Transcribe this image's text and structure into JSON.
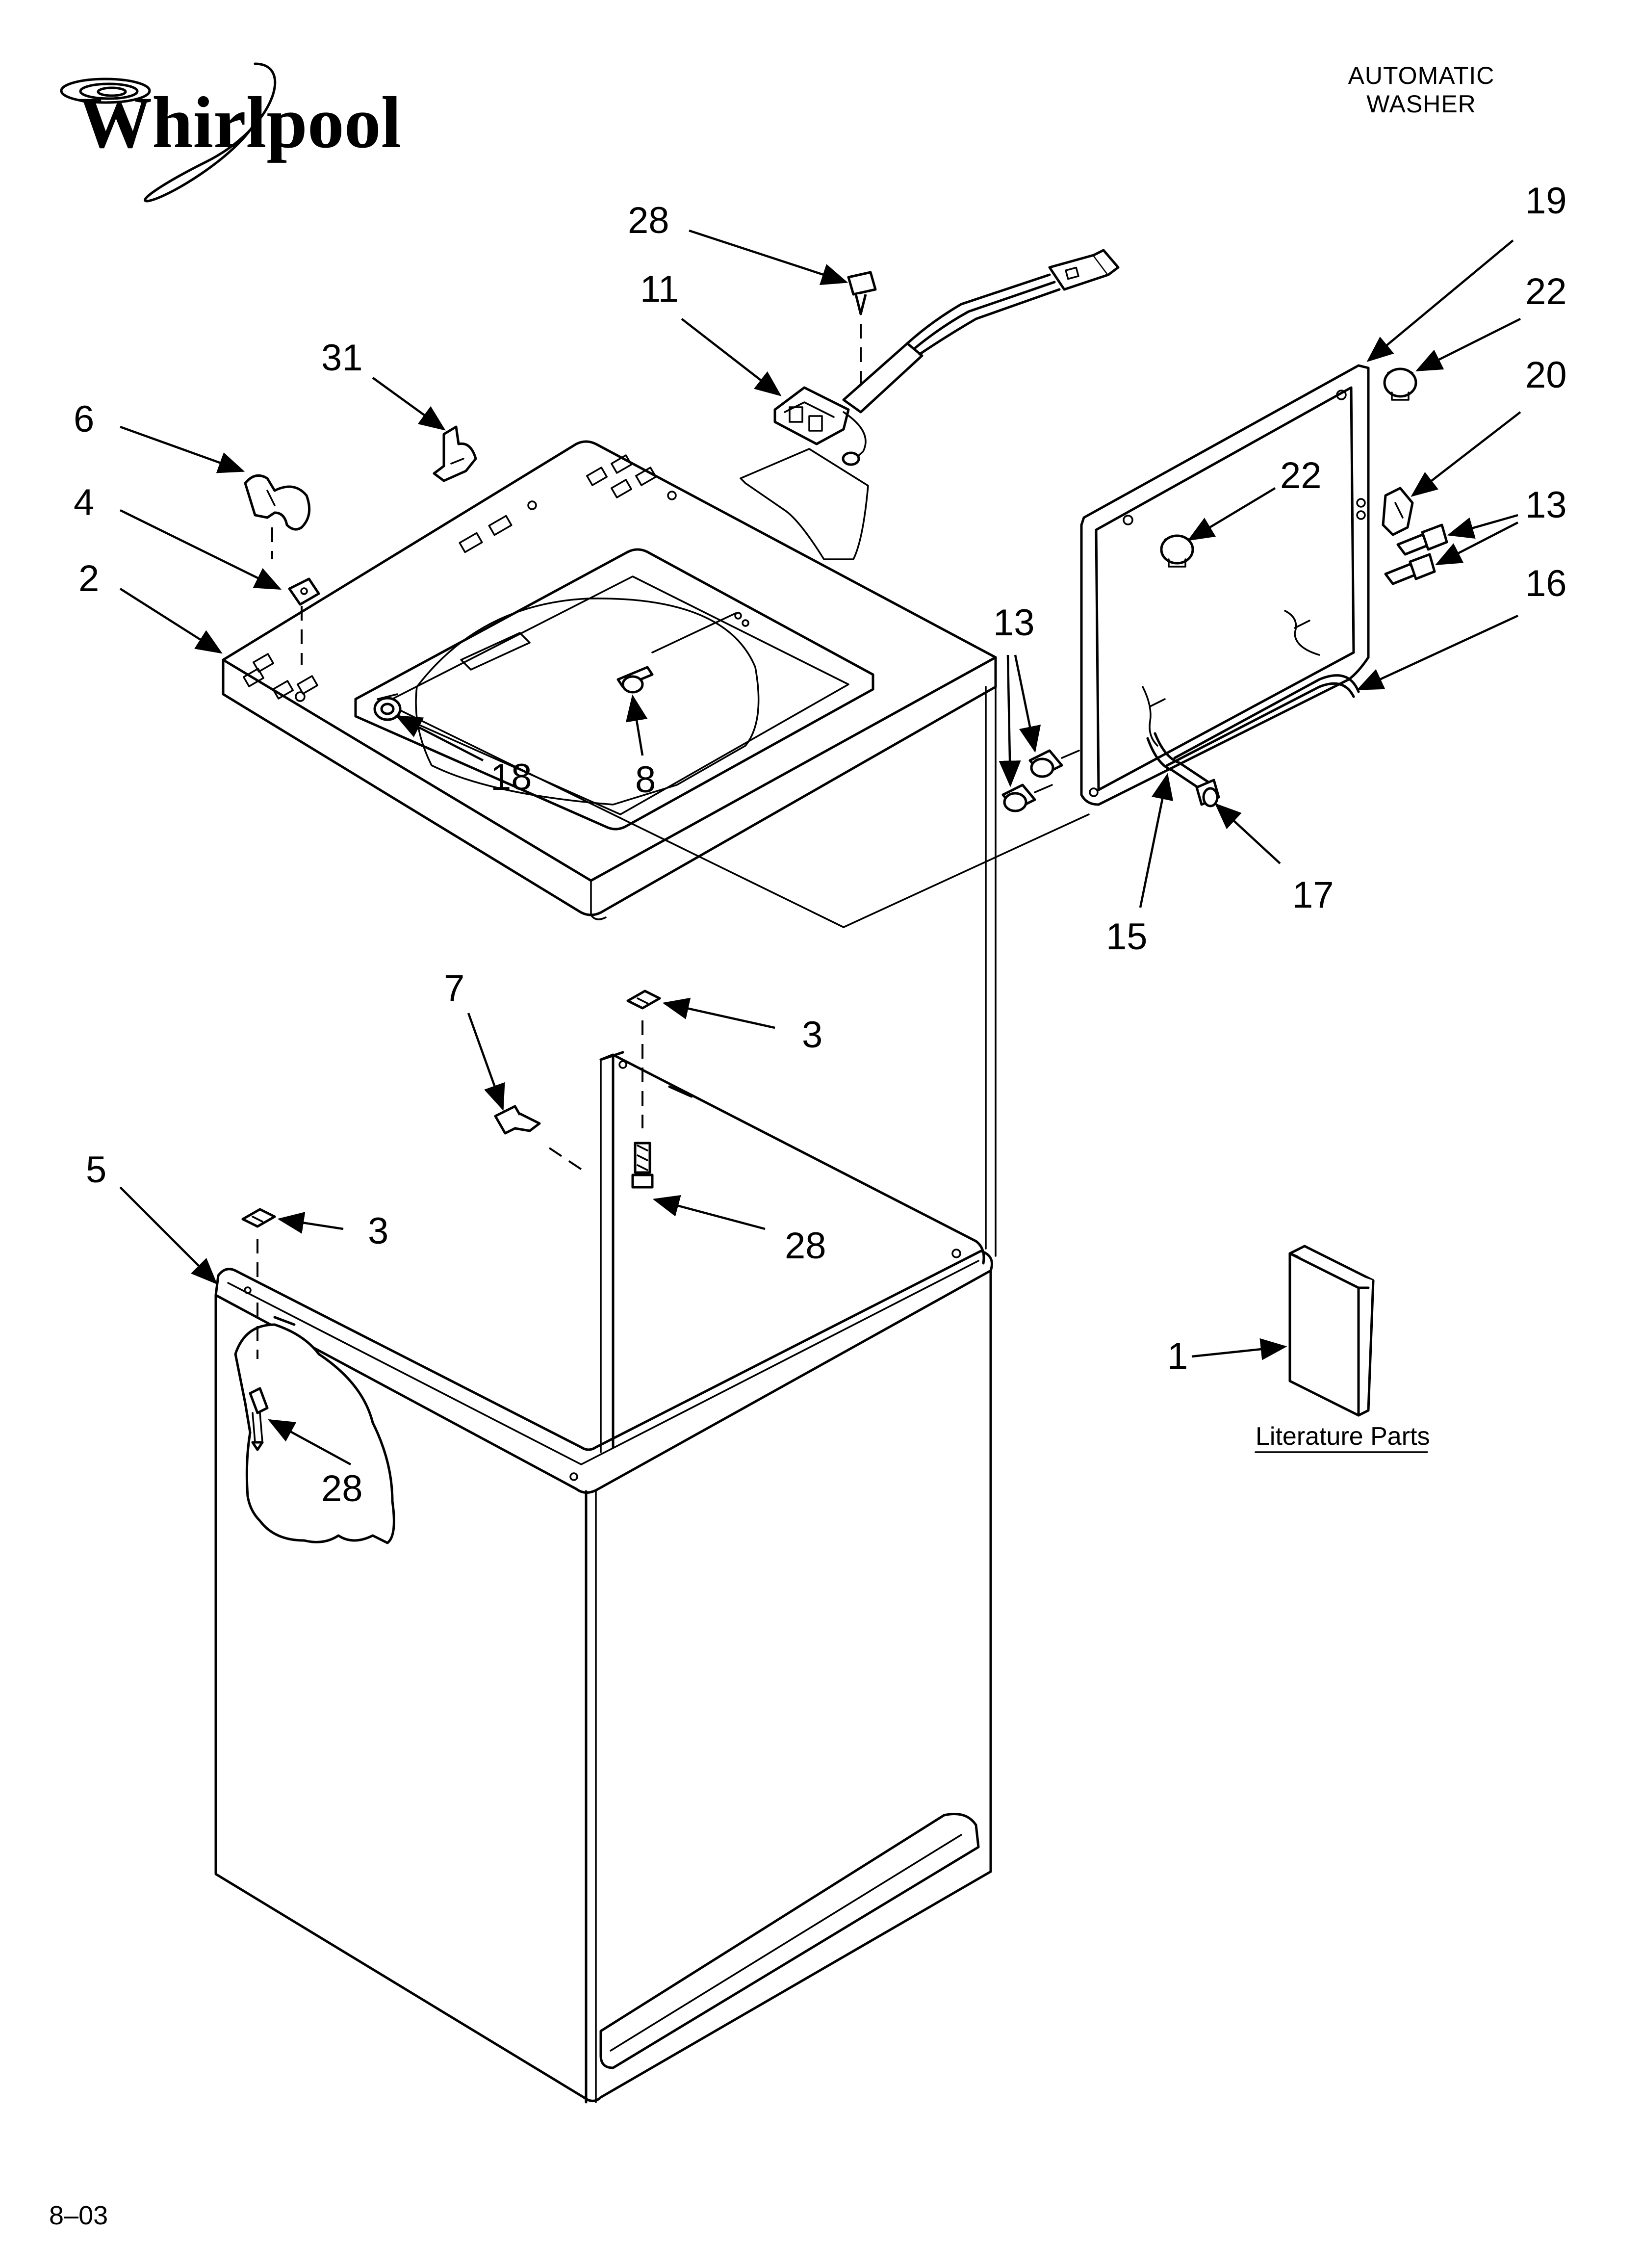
{
  "brand": {
    "logo_text": "Whirlpool"
  },
  "header": {
    "line1": "AUTOMATIC",
    "line2": "WASHER"
  },
  "literature": {
    "label": "Literature Parts"
  },
  "footer": {
    "code": "8–03"
  },
  "callouts": {
    "c28_top": "28",
    "c11": "11",
    "c31": "31",
    "c6": "6",
    "c4": "4",
    "c2": "2",
    "c18": "18",
    "c8": "8",
    "c19": "19",
    "c22_top": "22",
    "c20": "20",
    "c22_mid": "22",
    "c13_right": "13",
    "c16": "16",
    "c13_left": "13",
    "c15": "15",
    "c17": "17",
    "c7": "7",
    "c3_top": "3",
    "c3_left": "3",
    "c5": "5",
    "c28_mid": "28",
    "c28_low": "28",
    "c1": "1"
  }
}
